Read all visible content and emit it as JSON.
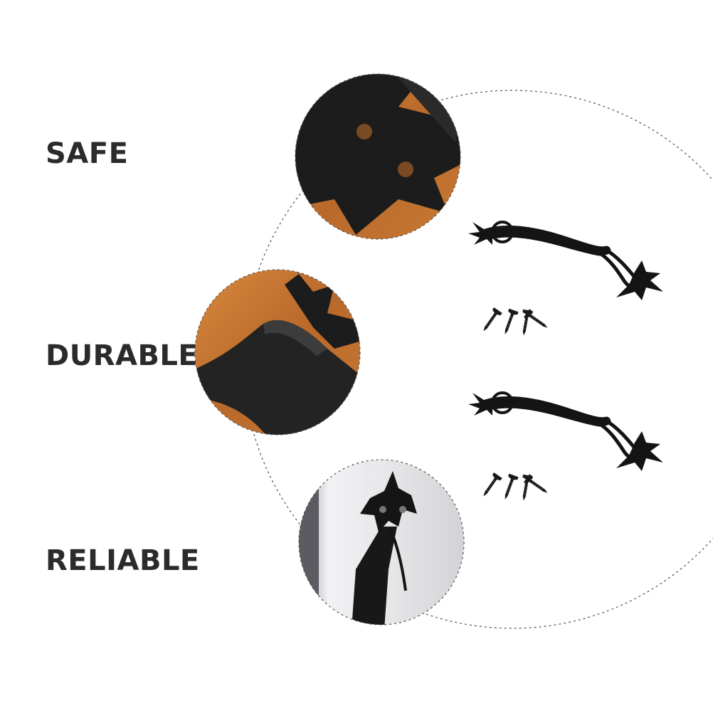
{
  "features": [
    {
      "label": "SAFE"
    },
    {
      "label": "DURABLE"
    },
    {
      "label": "RELIABLE"
    }
  ],
  "colors": {
    "background": "#ffffff",
    "label_text": "#2b2b2b",
    "metal": "#151515",
    "wood": "#c0702e",
    "wall": "#e4e4e6",
    "dashed_line": "#555555"
  },
  "icons": {
    "product": "black-fleur-de-lis-door-handle",
    "hardware": "mounting-screw"
  }
}
